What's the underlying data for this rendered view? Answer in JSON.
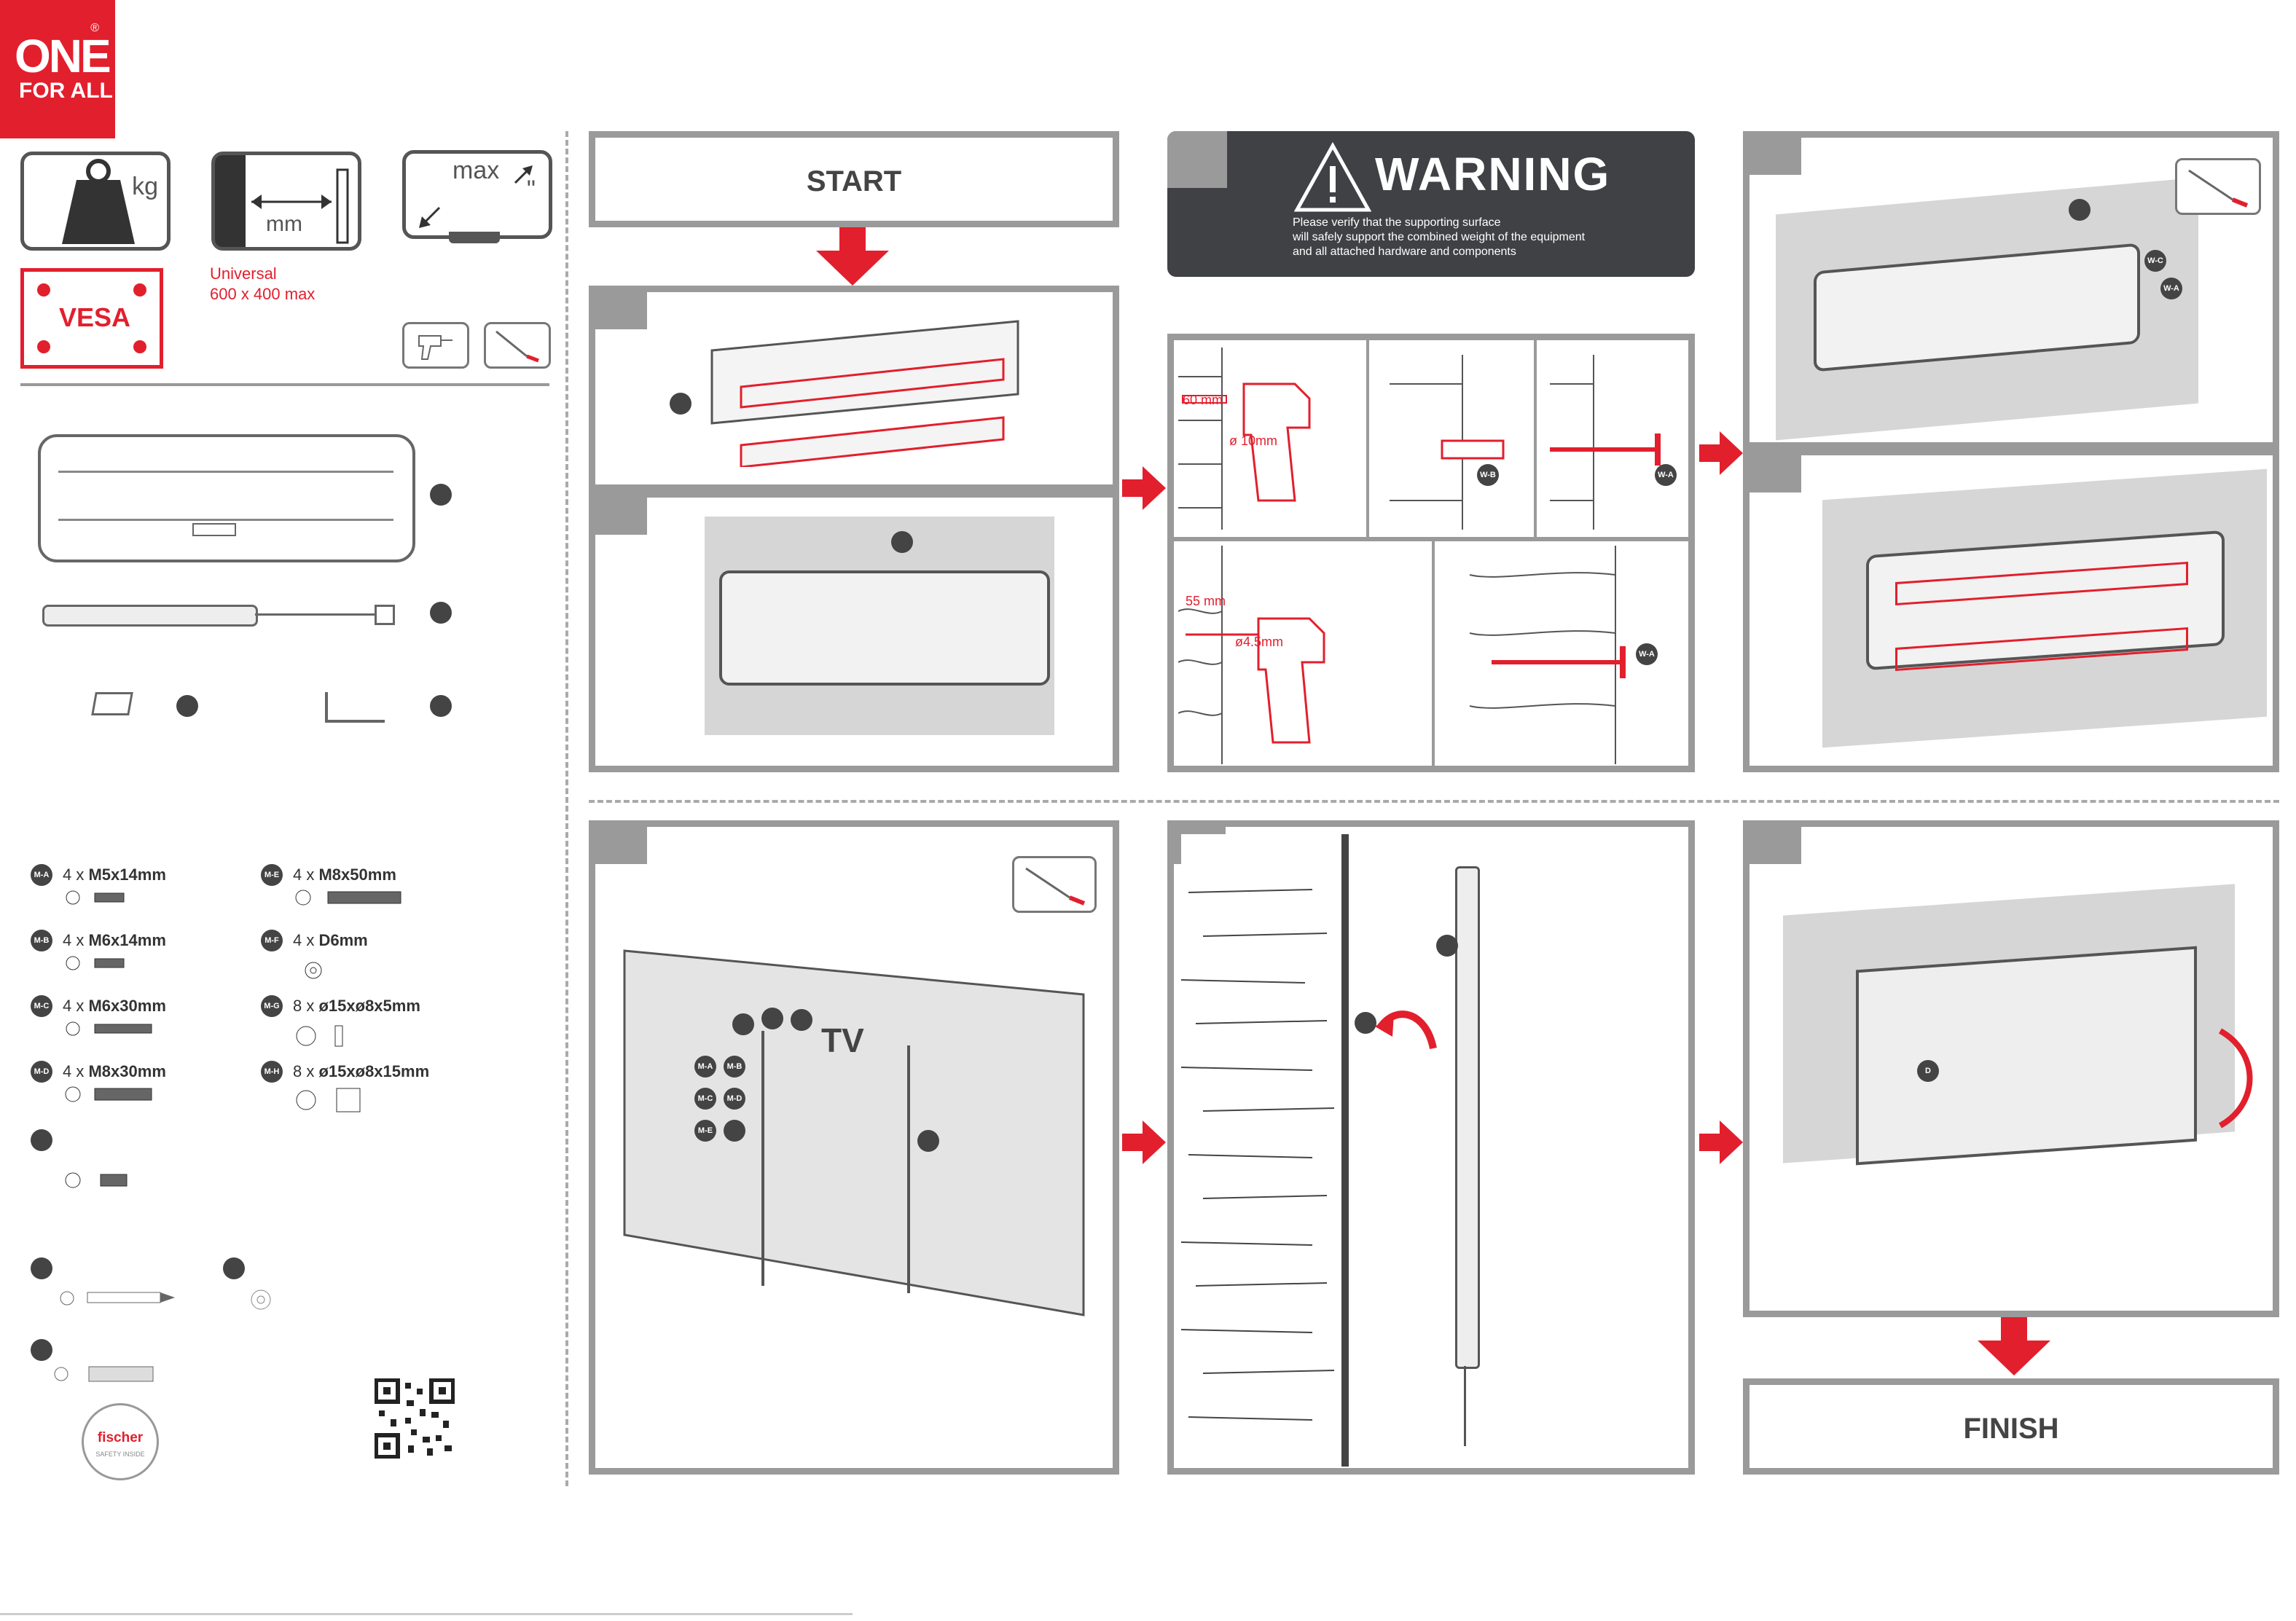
{
  "brand": {
    "line1": "ONE",
    "line2": "FOR ALL",
    "reg": "®"
  },
  "specs": {
    "weight_unit": "kg",
    "depth_unit": "mm",
    "screen_label": "max",
    "screen_mark": "\"",
    "vesa_label": "VESA",
    "vesa_line1": "Universal",
    "vesa_line2": "600 x 400 max"
  },
  "hardware_left": [
    {
      "code": "M-A",
      "qty": "4 x",
      "size": "M5x14mm"
    },
    {
      "code": "M-B",
      "qty": "4 x",
      "size": "M6x14mm"
    },
    {
      "code": "M-C",
      "qty": "4 x",
      "size": "M6x30mm"
    },
    {
      "code": "M-D",
      "qty": "4 x",
      "size": "M8x30mm"
    }
  ],
  "hardware_right": [
    {
      "code": "M-E",
      "qty": "4 x",
      "size": "M8x50mm"
    },
    {
      "code": "M-F",
      "qty": "4 x",
      "size": "D6mm"
    },
    {
      "code": "M-G",
      "qty": "8 x",
      "size": "ø15xø8x5mm"
    },
    {
      "code": "M-H",
      "qty": "8 x",
      "size": "ø15xø8x15mm"
    }
  ],
  "fischer": {
    "brand": "fischer",
    "ring": "SAFETY INSIDE"
  },
  "flow": {
    "start": "START",
    "finish": "FINISH"
  },
  "warning": {
    "title": "WARNING",
    "line1": "Please verify that the supporting surface",
    "line2": "will safely support the combined weight of the equipment",
    "line3": "and all attached hardware and components"
  },
  "drill": {
    "concrete_depth": "60 mm",
    "concrete_diameter": "ø 10mm",
    "wood_depth": "55 mm",
    "wood_diameter": "ø4.5mm"
  },
  "wall_labels": {
    "plug": "W-B",
    "screw": "W-A",
    "washer": "W-C"
  },
  "tv_label": "TV",
  "tv_badges": [
    "M-A",
    "M-B",
    "M-C",
    "M-D",
    "M-E"
  ],
  "final_label": "D",
  "colors": {
    "accent": "#e21f2d",
    "frame": "#9a9a9a",
    "dark": "#3f4144"
  }
}
